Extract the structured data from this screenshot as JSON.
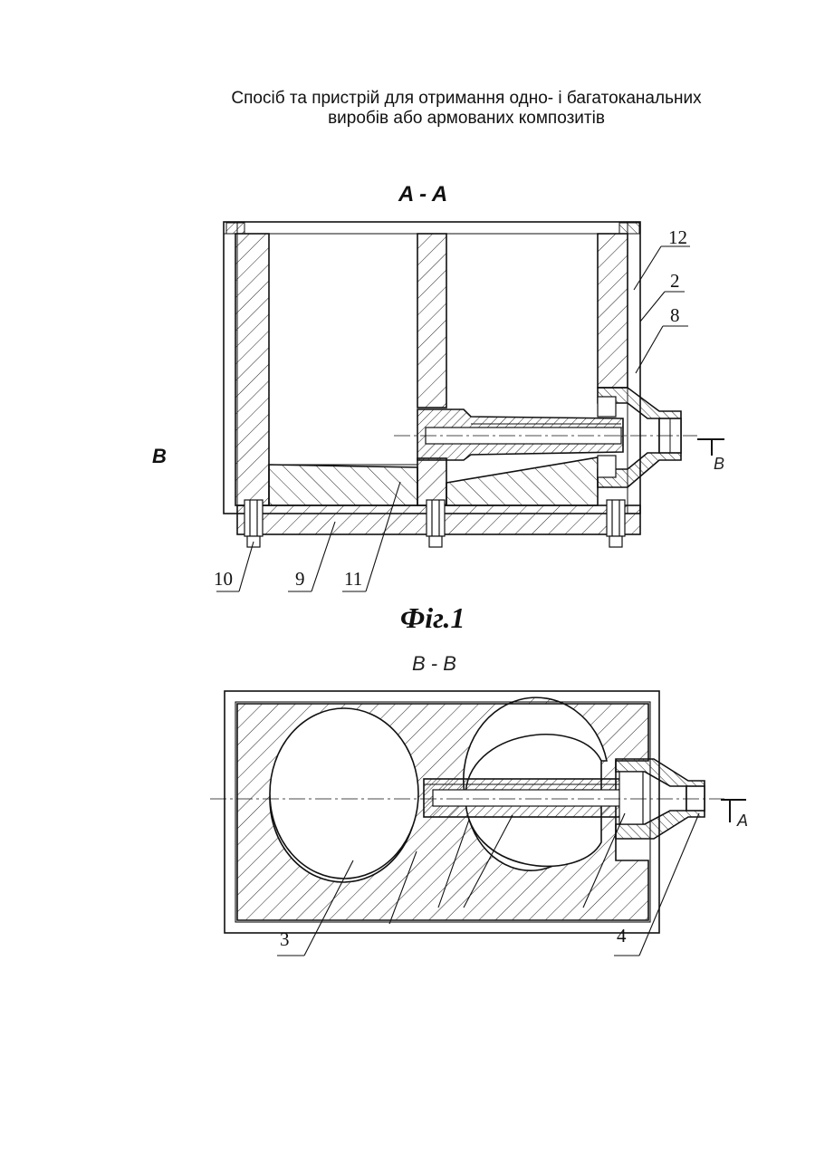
{
  "title": {
    "line1": "Спосіб та пристрій для отримання одно- і багатоканальних",
    "line2": "виробів або армованих композитів"
  },
  "figure1": {
    "section_label": "A - A",
    "cut_label": "B",
    "cut_arrow_label": "B",
    "caption": "Фіг.1",
    "callouts": [
      "12",
      "2",
      "8",
      "10",
      "9",
      "11"
    ]
  },
  "figure2": {
    "section_label": "B - B",
    "cut_arrow_label": "A",
    "callouts": [
      "3",
      "4"
    ]
  }
}
